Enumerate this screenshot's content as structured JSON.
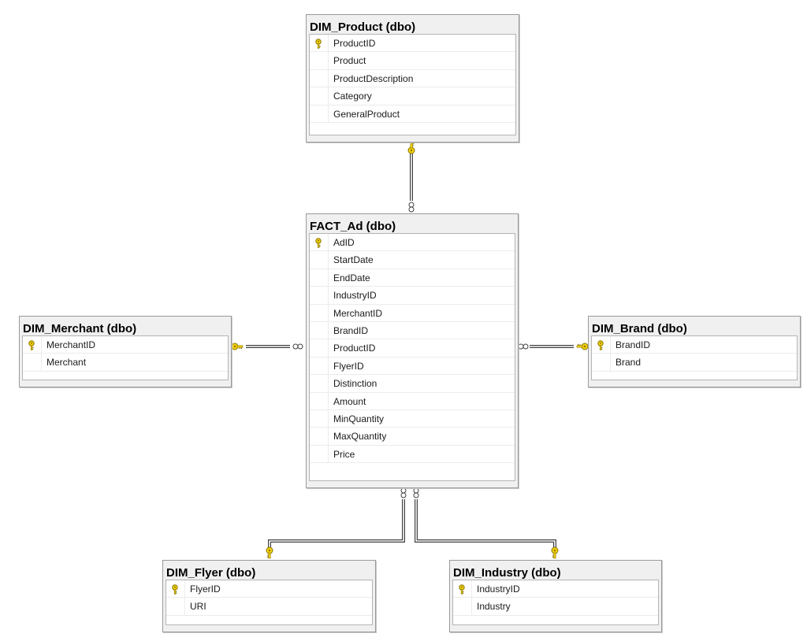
{
  "colors": {
    "key": "#f2d20c",
    "key_outline": "#8a7400",
    "line": "#404040",
    "table_bg": "#f0f0f0"
  },
  "tables": [
    {
      "id": "dim-product",
      "title": "DIM_Product (dbo)",
      "columns": [
        {
          "name": "ProductID",
          "key": true
        },
        {
          "name": "Product",
          "key": false
        },
        {
          "name": "ProductDescription",
          "key": false
        },
        {
          "name": "Category",
          "key": false
        },
        {
          "name": "GeneralProduct",
          "key": false
        }
      ]
    },
    {
      "id": "fact-ad",
      "title": "FACT_Ad (dbo)",
      "columns": [
        {
          "name": "AdID",
          "key": true
        },
        {
          "name": "StartDate",
          "key": false
        },
        {
          "name": "EndDate",
          "key": false
        },
        {
          "name": "IndustryID",
          "key": false
        },
        {
          "name": "MerchantID",
          "key": false
        },
        {
          "name": "BrandID",
          "key": false
        },
        {
          "name": "ProductID",
          "key": false
        },
        {
          "name": "FlyerID",
          "key": false
        },
        {
          "name": "Distinction",
          "key": false
        },
        {
          "name": "Amount",
          "key": false
        },
        {
          "name": "MinQuantity",
          "key": false
        },
        {
          "name": "MaxQuantity",
          "key": false
        },
        {
          "name": "Price",
          "key": false
        }
      ]
    },
    {
      "id": "dim-merchant",
      "title": "DIM_Merchant (dbo)",
      "columns": [
        {
          "name": "MerchantID",
          "key": true
        },
        {
          "name": "Merchant",
          "key": false
        }
      ]
    },
    {
      "id": "dim-brand",
      "title": "DIM_Brand (dbo)",
      "columns": [
        {
          "name": "BrandID",
          "key": true
        },
        {
          "name": "Brand",
          "key": false
        }
      ]
    },
    {
      "id": "dim-flyer",
      "title": "DIM_Flyer (dbo)",
      "columns": [
        {
          "name": "FlyerID",
          "key": true
        },
        {
          "name": "URI",
          "key": false
        }
      ]
    },
    {
      "id": "dim-industry",
      "title": "DIM_Industry (dbo)",
      "columns": [
        {
          "name": "IndustryID",
          "key": true
        },
        {
          "name": "Industry",
          "key": false
        }
      ]
    }
  ],
  "relationships": [
    {
      "from": "fact-ad",
      "to": "dim-product",
      "one_end": "key-icon",
      "many_end": "infinity-icon"
    },
    {
      "from": "fact-ad",
      "to": "dim-merchant",
      "one_end": "key-icon",
      "many_end": "infinity-icon"
    },
    {
      "from": "fact-ad",
      "to": "dim-brand",
      "one_end": "key-icon",
      "many_end": "infinity-icon"
    },
    {
      "from": "fact-ad",
      "to": "dim-flyer",
      "one_end": "key-icon",
      "many_end": "infinity-icon"
    },
    {
      "from": "fact-ad",
      "to": "dim-industry",
      "one_end": "key-icon",
      "many_end": "infinity-icon"
    }
  ]
}
